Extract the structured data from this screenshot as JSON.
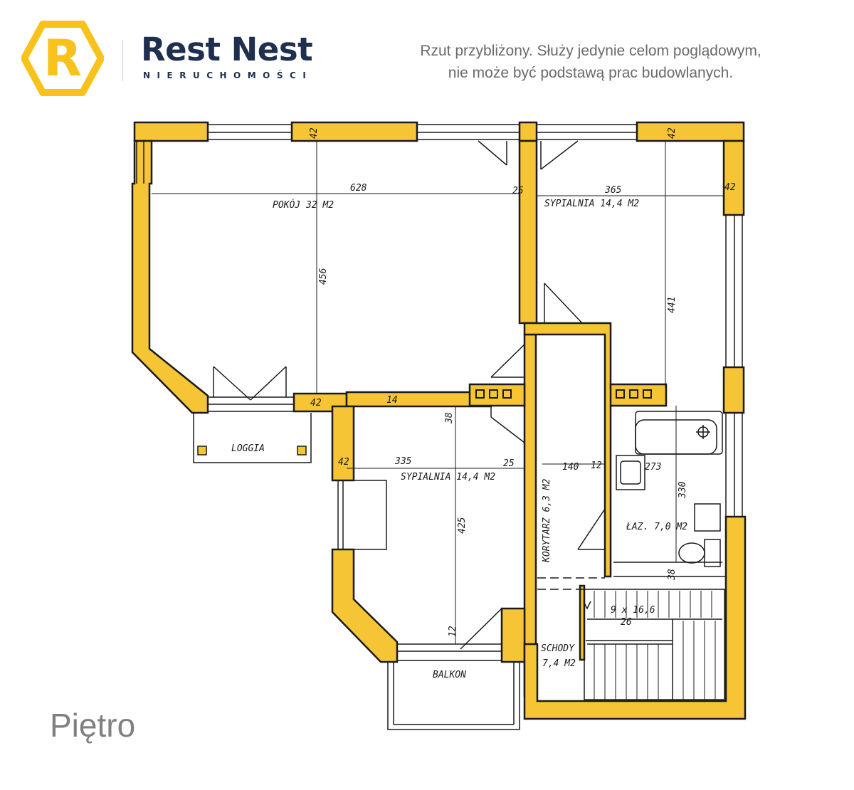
{
  "brand": {
    "name": "Rest Nest",
    "tagline": "NIERUCHOMOŚCI",
    "logo_letter": "R",
    "logo_color": "#f7c21b",
    "text_color": "#1f2f4f"
  },
  "disclaimer": {
    "line1": "Rzut przybliżony. Służy jedynie celom poglądowym,",
    "line2": "nie może być podstawą prac budowlanych."
  },
  "floor": {
    "label": "Piętro"
  },
  "plan": {
    "wall_color": "#f5c536",
    "line_color": "#1a1a1a",
    "rooms": {
      "pokoj": "POKÓJ 32 M2",
      "sypialnia_right": "SYPIALNIA 14,4 M2",
      "sypialnia_bottom": "SYPIALNIA 14,4 M2",
      "korytarz": "KORYTARZ 6,3 M2",
      "lazienka": "ŁAZ. 7,0 M2",
      "schody": "SCHODY",
      "schody_area": "7,4 M2",
      "loggia": "LOGGIA",
      "balkon": "BALKON",
      "stairs_dims": "9 x 16,6",
      "stairs_depth": "26"
    },
    "dims": {
      "d628": "628",
      "d365": "365",
      "d456": "456",
      "d441": "441",
      "d335": "335",
      "d425": "425",
      "d140": "140",
      "d273": "273",
      "d330": "330",
      "w42a": "42",
      "w42b": "42",
      "w42c": "42",
      "w42d": "42",
      "w42e": "42",
      "w25a": "25",
      "w25b": "25",
      "w14": "14",
      "w38": "38",
      "w12": "12",
      "w12b": "12",
      "w38b": "38"
    }
  }
}
